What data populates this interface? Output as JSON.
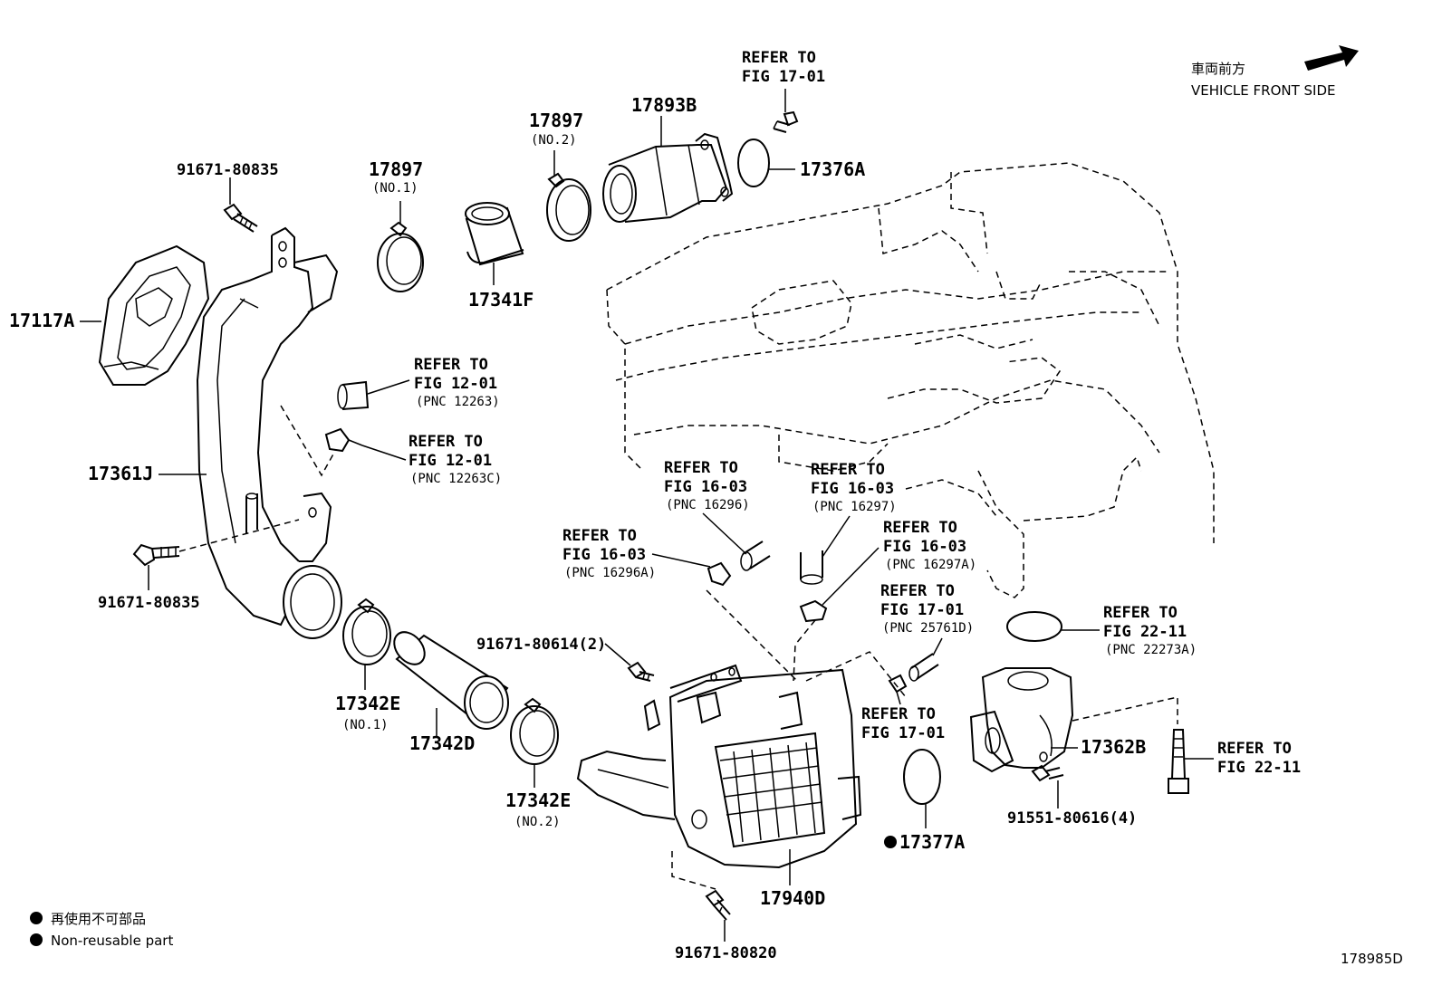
{
  "header": {
    "front_jp": "車両前方",
    "front_en": "VEHICLE FRONT SIDE"
  },
  "parts": {
    "p17117A": "17117A",
    "p91671_80835_top": "91671-80835",
    "p17897_no1": "17897",
    "p17897_no1_sub": "(NO.1)",
    "p17341F": "17341F",
    "p17897_no2": "17897",
    "p17897_no2_sub": "(NO.2)",
    "p17893B": "17893B",
    "p17376A": "17376A",
    "p17361J": "17361J",
    "p91671_80835_bot": "91671-80835",
    "p17342E_no1": "17342E",
    "p17342E_no1_sub": "(NO.1)",
    "p17342D": "17342D",
    "p17342E_no2": "17342E",
    "p17342E_no2_sub": "(NO.2)",
    "p91671_80614": "91671-80614(2)",
    "p17940D": "17940D",
    "p91671_80820": "91671-80820",
    "p17377A": "17377A",
    "p17362B": "17362B",
    "p91551_80616": "91551-80616(4)"
  },
  "refs": {
    "r1701_top": {
      "l1": "REFER TO",
      "l2": "FIG 17-01"
    },
    "r1201_a": {
      "l1": "REFER TO",
      "l2": "FIG 12-01",
      "pnc": "(PNC 12263)"
    },
    "r1201_b": {
      "l1": "REFER TO",
      "l2": "FIG 12-01",
      "pnc": "(PNC 12263C)"
    },
    "r1603_a": {
      "l1": "REFER TO",
      "l2": "FIG 16-03",
      "pnc": "(PNC 16296)"
    },
    "r1603_b": {
      "l1": "REFER TO",
      "l2": "FIG 16-03",
      "pnc": "(PNC 16297)"
    },
    "r1603_c": {
      "l1": "REFER TO",
      "l2": "FIG 16-03",
      "pnc": "(PNC 16296A)"
    },
    "r1603_d": {
      "l1": "REFER TO",
      "l2": "FIG 16-03",
      "pnc": "(PNC 16297A)"
    },
    "r1701_b": {
      "l1": "REFER TO",
      "l2": "FIG 17-01",
      "pnc": "(PNC 25761D)"
    },
    "r2211_a": {
      "l1": "REFER TO",
      "l2": "FIG 22-11",
      "pnc": "(PNC 22273A)"
    },
    "r1701_c": {
      "l1": "REFER TO",
      "l2": "FIG 17-01"
    },
    "r2211_b": {
      "l1": "REFER TO",
      "l2": "FIG 22-11"
    }
  },
  "legend": {
    "jp": "再使用不可部品",
    "en": "Non-reusable part"
  },
  "figure_id": "178985D"
}
